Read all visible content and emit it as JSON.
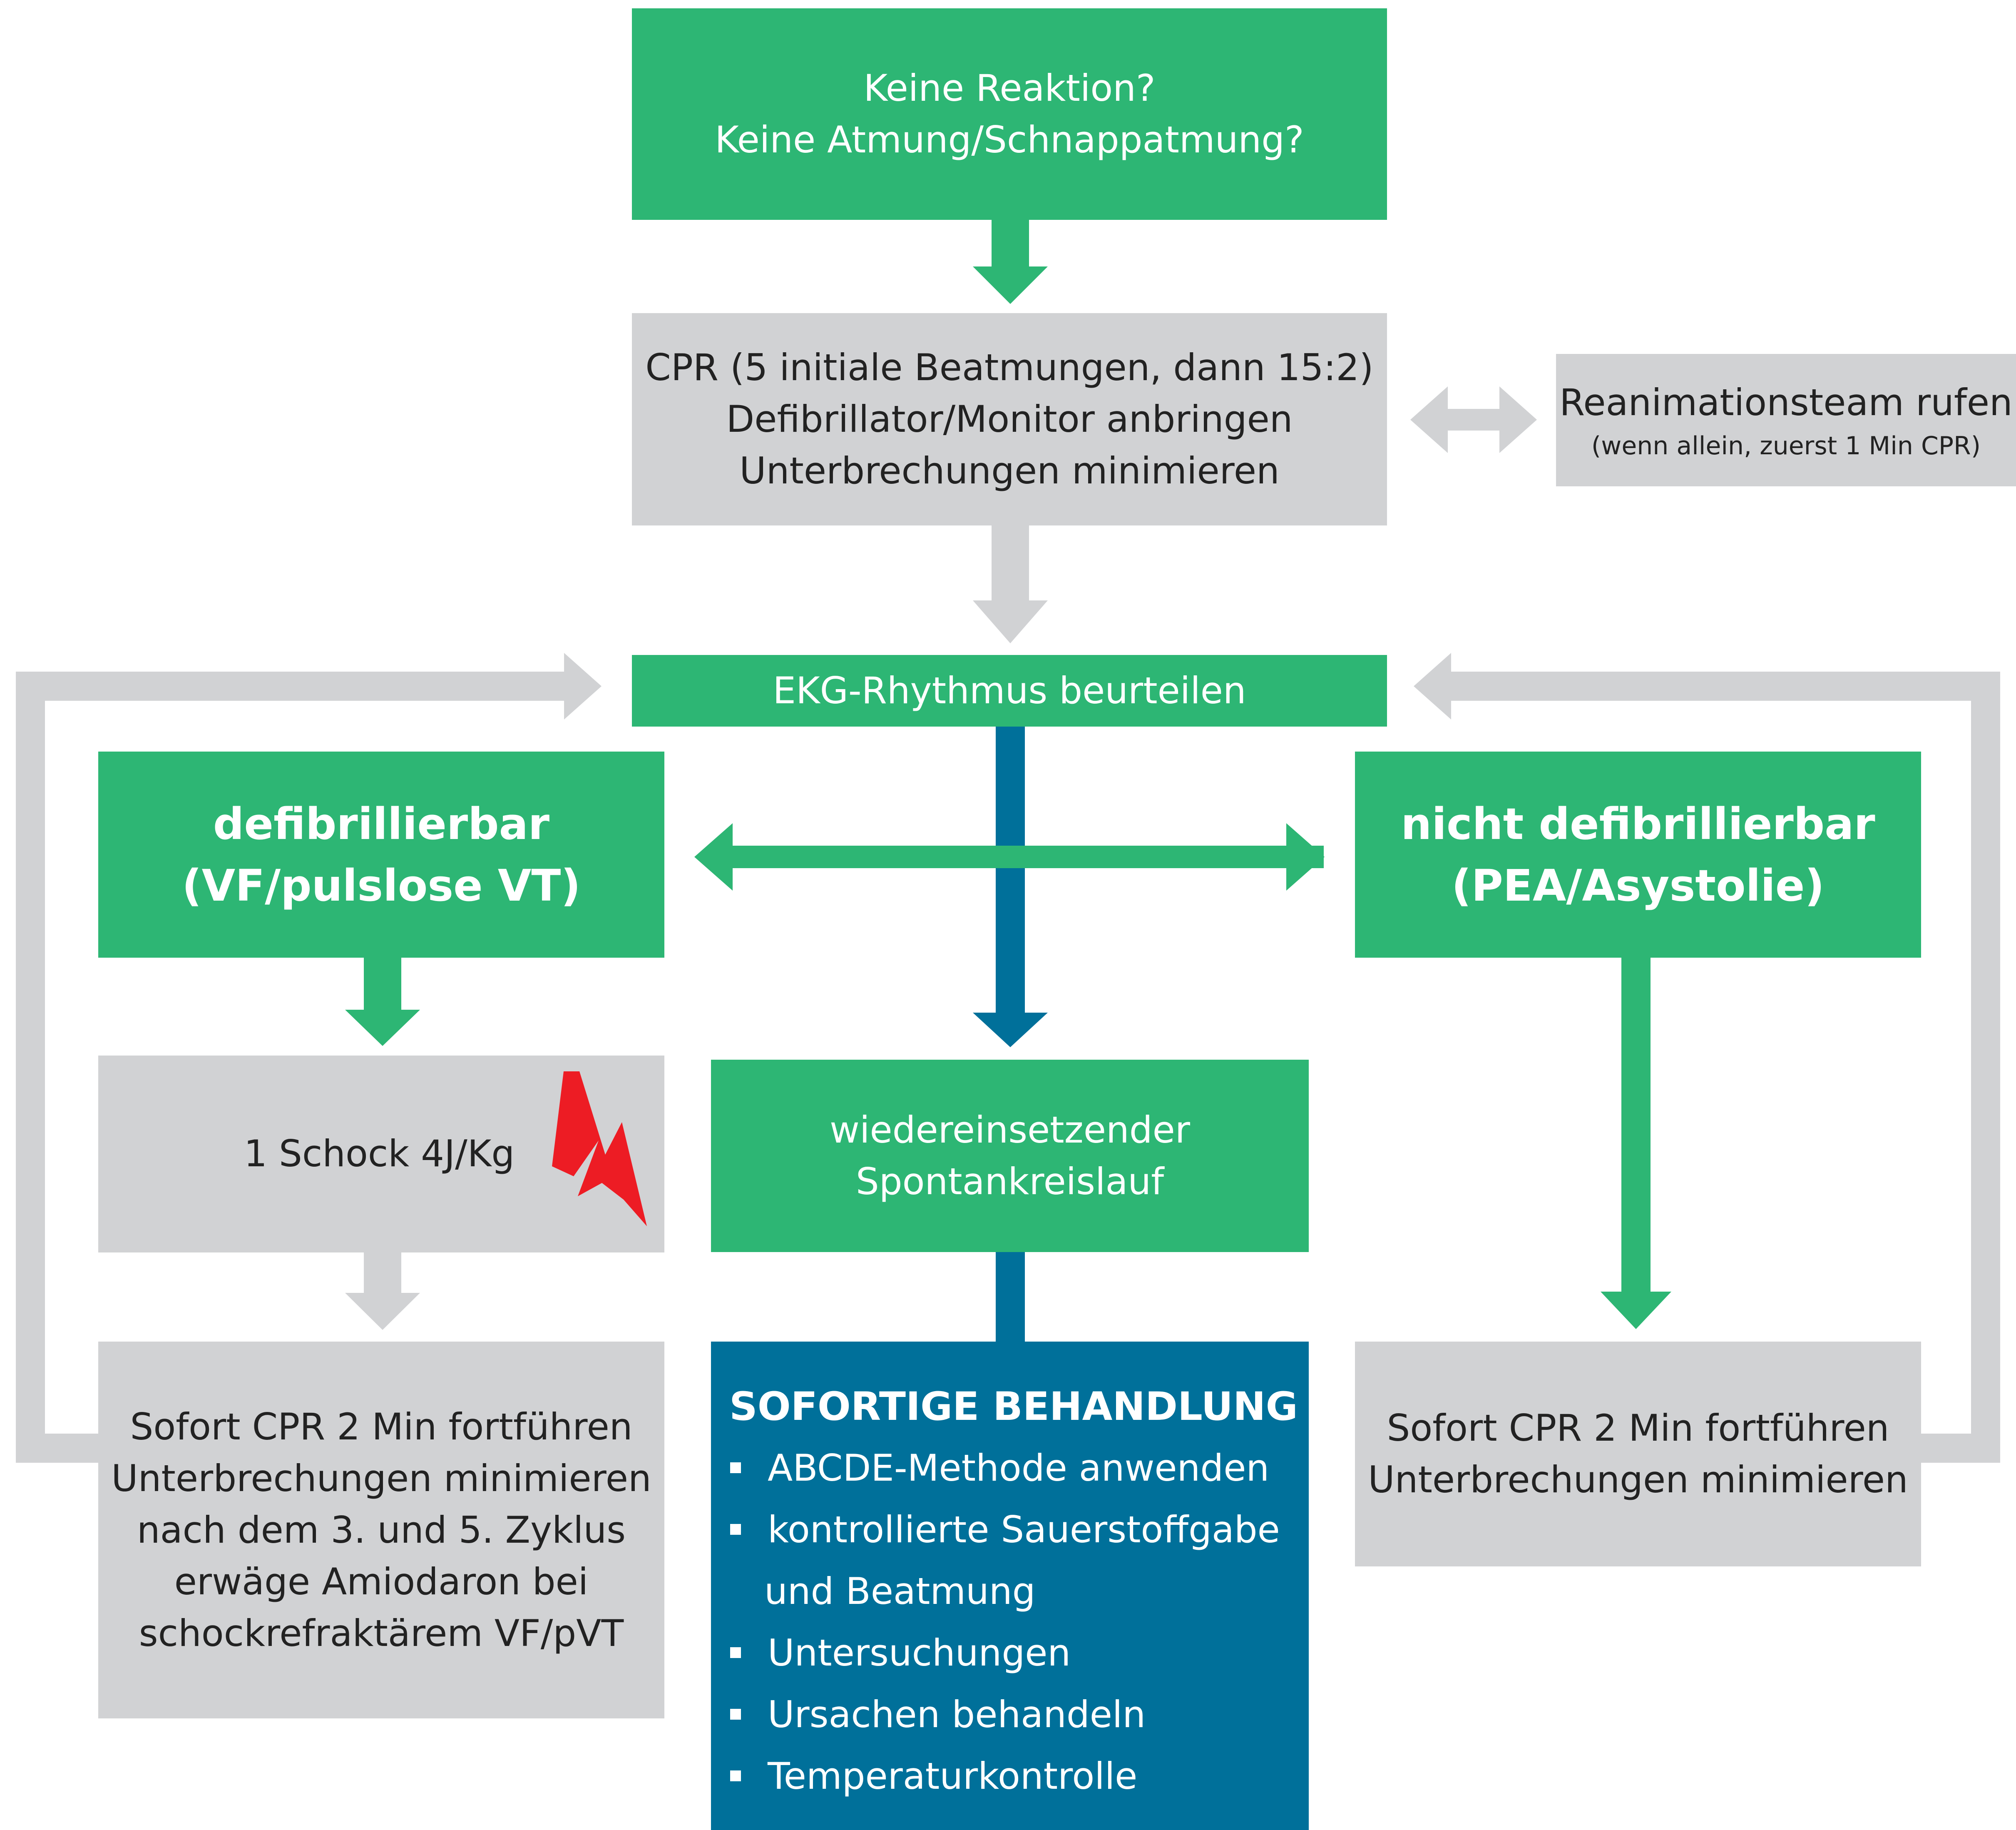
{
  "colors": {
    "green": "#2db674",
    "grey": "#d1d2d4",
    "blue": "#00709a",
    "red": "#ed1c24"
  },
  "nodes": {
    "start": {
      "line1": "Keine Reaktion?",
      "line2": "Keine Atmung/Schnappatmung?"
    },
    "cpr": {
      "line1": "CPR (5 initiale Beatmungen, dann 15:2)",
      "line2": "Defibrillator/Monitor anbringen",
      "line3": "Unterbrechungen minimieren"
    },
    "team": {
      "line1": "Reanimationsteam rufen",
      "line2": "(wenn allein, zuerst 1 Min CPR)"
    },
    "ekg": {
      "label": "EKG-Rhythmus beurteilen"
    },
    "shockable": {
      "line1": "defibrillierbar",
      "line2": "(VF/pulslose VT)"
    },
    "nonshockable": {
      "line1": "nicht defibrillierbar",
      "line2": "(PEA/Asystolie)"
    },
    "shock": {
      "label": "1 Schock 4J/Kg",
      "icon": "lightning-bolt-icon"
    },
    "rosc": {
      "line1": "wiedereinsetzender",
      "line2": "Spontankreislauf"
    },
    "cpr_left": {
      "line1": "Sofort CPR 2 Min fortführen",
      "line2": "Unterbrechungen minimieren",
      "line3": "nach dem 3. und 5. Zyklus",
      "line4": "erwäge Amiodaron bei",
      "line5": "schockrefraktärem VF/pVT"
    },
    "cpr_right": {
      "line1": "Sofort CPR 2 Min fortführen",
      "line2": "Unterbrechungen minimieren"
    },
    "treatment": {
      "title": "SOFORTIGE BEHANDLUNG",
      "item1": "ABCDE-Methode anwenden",
      "item2": "kontrollierte Sauerstoffgabe",
      "item2_cont": "und Beatmung",
      "item3": "Untersuchungen",
      "item4": "Ursachen behandeln",
      "item5": "Temperaturkontrolle"
    }
  }
}
